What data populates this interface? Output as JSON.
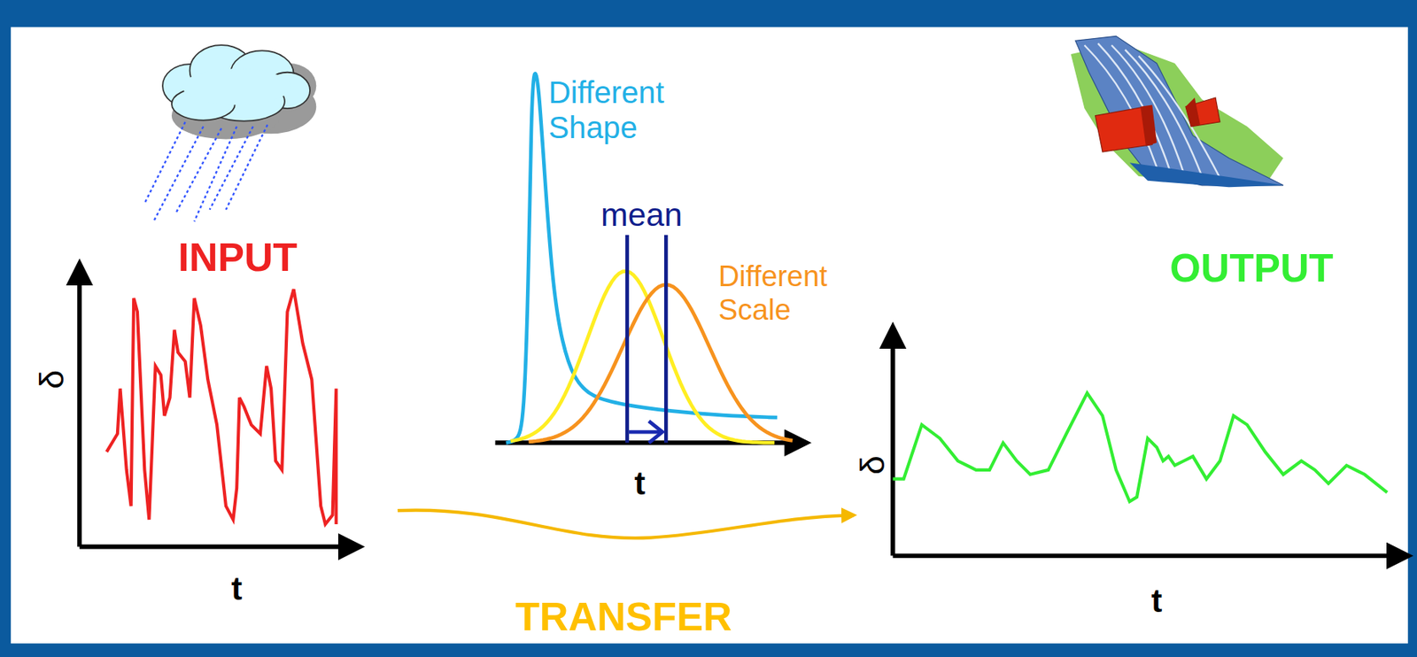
{
  "diagram": {
    "labels": [
      "Different Shape",
      "mean",
      "INPUT",
      "Different Scale",
      "OUTPUT",
      "δ",
      "t",
      "t",
      "δ",
      "t",
      "TRANSFER"
    ]
  }
}
